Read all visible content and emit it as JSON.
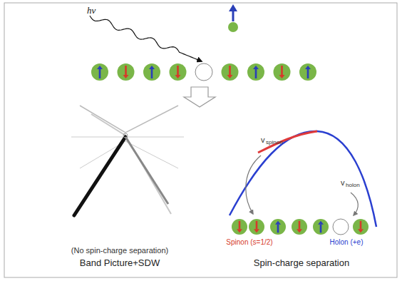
{
  "diagram": {
    "labels": [
      "hν",
      "(No spin-charge separation)",
      "Band Picture+SDW",
      "v",
      "spinon",
      "v",
      "holon",
      "Spinon (s=1/2)",
      "Holon (+e)",
      "Spin-charge separation"
    ]
  }
}
